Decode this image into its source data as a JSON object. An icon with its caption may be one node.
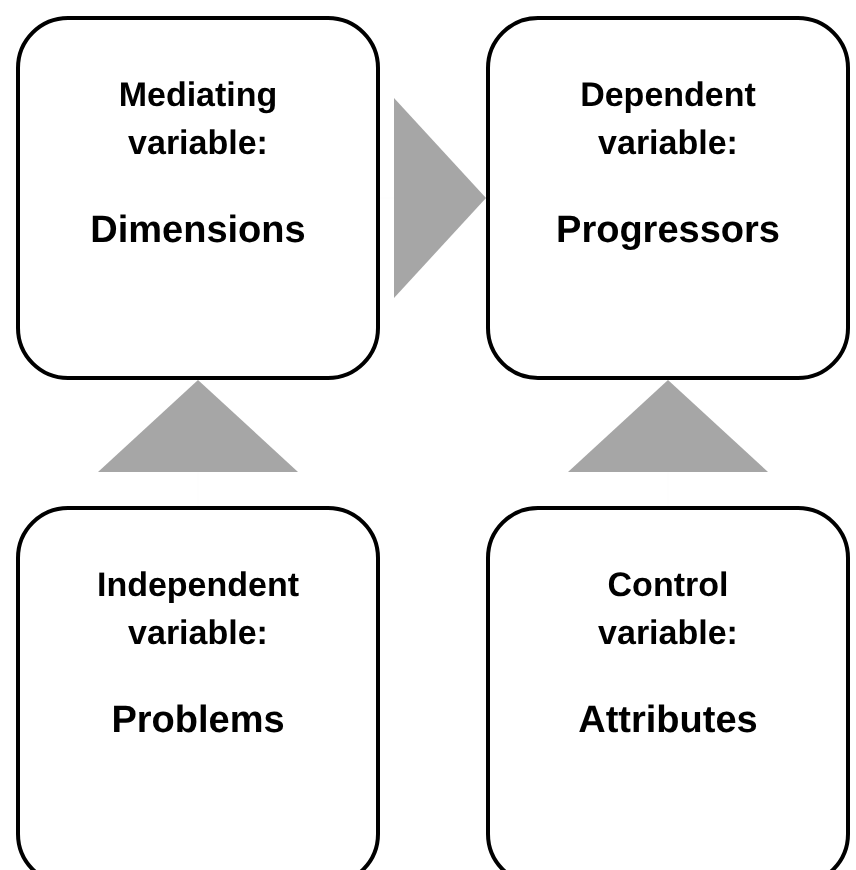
{
  "diagram": {
    "nodes": [
      {
        "text": [
          "Mediating variable:",
          "Dimensions"
        ]
      },
      {
        "text": [
          "Dependent variable:",
          "Progressors"
        ]
      },
      {
        "text": [
          "Independent variable:",
          "Problems"
        ]
      },
      {
        "text": [
          "Control variable:",
          "Attributes"
        ]
      }
    ],
    "edges": [
      {
        "from": 2,
        "to": 0,
        "arrow": "to"
      },
      {
        "from": 0,
        "to": 1,
        "arrow": "to"
      },
      {
        "from": 3,
        "to": 1,
        "arrow": "to"
      }
    ]
  }
}
